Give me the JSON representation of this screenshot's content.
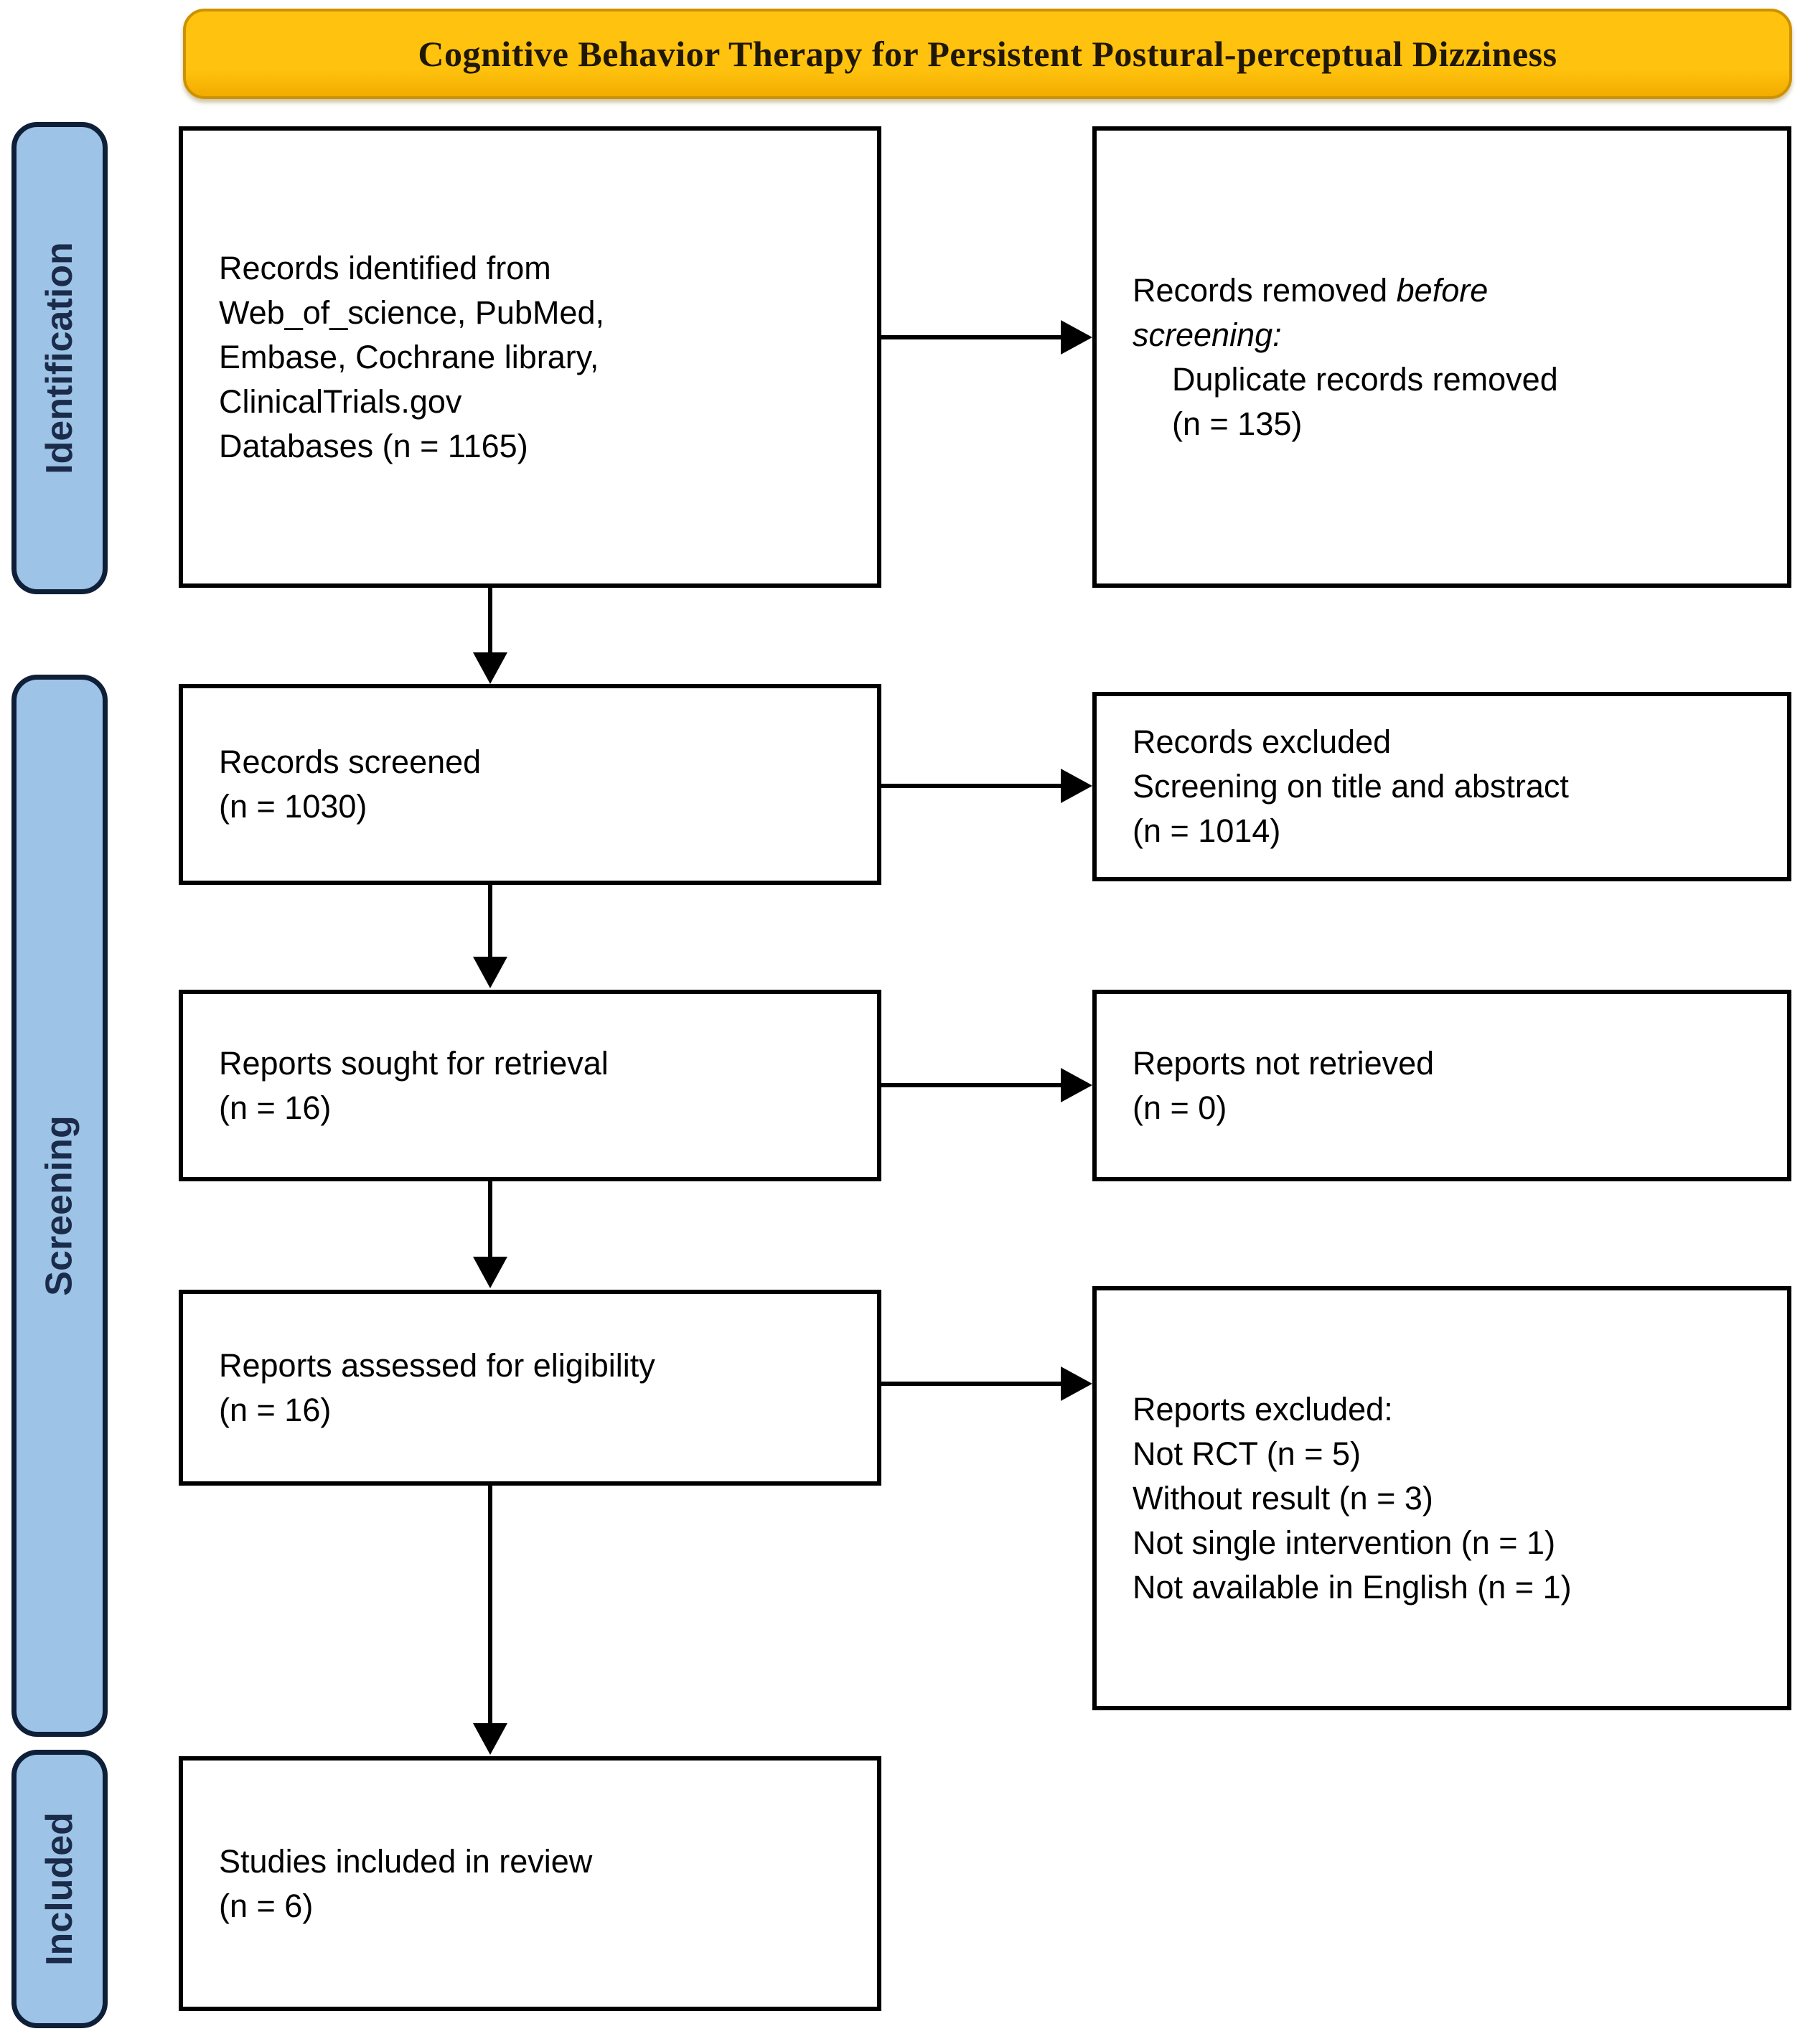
{
  "title": {
    "label": "Cognitive Behavior Therapy for Persistent Postural-perceptual Dizziness"
  },
  "stages": [
    {
      "label": "Identification"
    },
    {
      "label": "Screening"
    },
    {
      "label": "Included"
    }
  ],
  "boxes": {
    "records_identified": {
      "text": "Records identified from\nWeb_of_science, PubMed,\nEmbase, Cochrane library,\nClinicalTrials.gov\nDatabases (n = 1165)"
    },
    "records_removed": {
      "prefix": "Records removed ",
      "italic": "before\nscreening:",
      "indented": "Duplicate records removed\n(n = 135)"
    },
    "records_screened": {
      "text": "Records screened\n(n = 1030)"
    },
    "records_excluded": {
      "text": "Records excluded\nScreening on title and abstract\n(n = 1014)"
    },
    "reports_sought": {
      "text": "Reports sought for retrieval\n(n = 16)"
    },
    "reports_not_retrieved": {
      "text": "Reports not retrieved\n(n = 0)"
    },
    "reports_assessed": {
      "text": "Reports assessed for eligibility\n(n = 16)"
    },
    "reports_excluded": {
      "text": "Reports excluded:\nNot RCT (n = 5)\nWithout result (n = 3)\nNot single intervention (n = 1)\nNot available in English (n = 1)"
    },
    "studies_included": {
      "text": "Studies included in review\n(n = 6)"
    }
  },
  "colors": {
    "banner_fill": "#FFC20E",
    "banner_border": "#CC9200",
    "stage_fill": "#9DC3E6",
    "stage_border": "#0F1F38",
    "stage_text": "#1B2B4A",
    "box_border": "#000000",
    "arrow": "#000000"
  }
}
